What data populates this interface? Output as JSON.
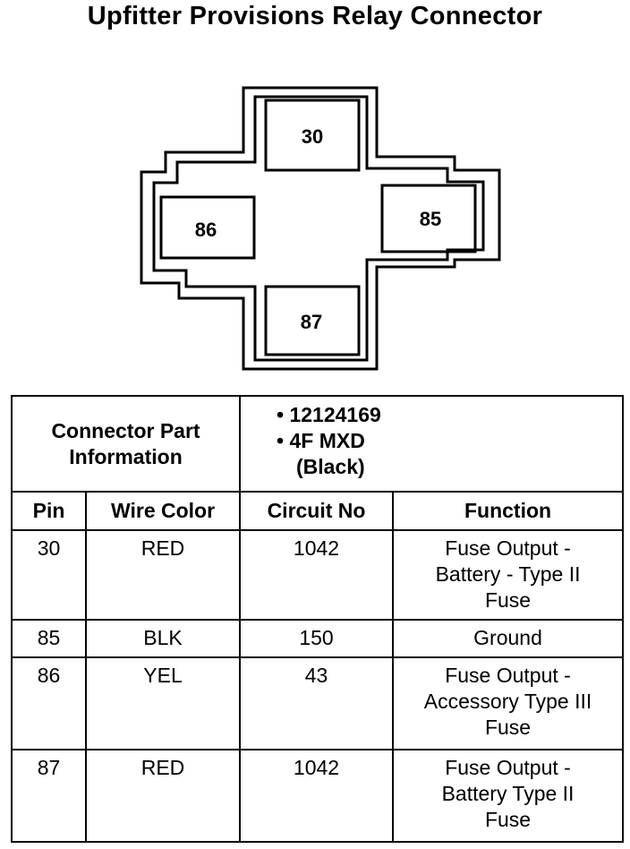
{
  "title": "Upfitter Provisions Relay Connector",
  "pins": {
    "top": "30",
    "left": "86",
    "right": "85",
    "bottom": "87"
  },
  "part_info": {
    "label_line1": "Connector Part",
    "label_line2": "Information",
    "bullet": "•",
    "part_number": "12124169",
    "type": "4F MXD",
    "color": "(Black)"
  },
  "headers": {
    "pin": "Pin",
    "wire_color": "Wire Color",
    "circuit_no": "Circuit No",
    "function": "Function"
  },
  "rows": [
    {
      "pin": "30",
      "wire": "RED",
      "circuit": "1042",
      "function": [
        "Fuse Output -",
        "Battery - Type II",
        "Fuse"
      ]
    },
    {
      "pin": "85",
      "wire": "BLK",
      "circuit": "150",
      "function": [
        "Ground"
      ]
    },
    {
      "pin": "86",
      "wire": "YEL",
      "circuit": "43",
      "function": [
        "Fuse Output -",
        "Accessory Type III",
        "Fuse"
      ]
    },
    {
      "pin": "87",
      "wire": "RED",
      "circuit": "1042",
      "function": [
        "Fuse Output -",
        "Battery Type II",
        "Fuse"
      ]
    }
  ]
}
